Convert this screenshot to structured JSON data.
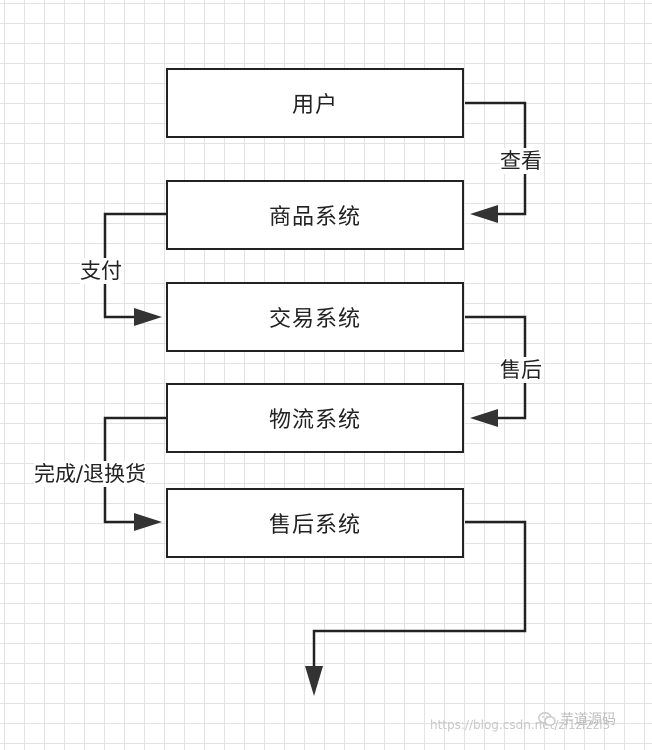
{
  "boxes": {
    "user": "用户",
    "goods": "商品系统",
    "trade": "交易系统",
    "logistics": "物流系统",
    "aftersale": "售后系统"
  },
  "edges": {
    "view": "查看",
    "pay": "支付",
    "aftersale": "售后",
    "complete_return_exchange": "完成/退换货"
  },
  "watermark": {
    "url": "https://blog.csdn.net/zl1zl2zl3",
    "brand": "芋道源码"
  }
}
